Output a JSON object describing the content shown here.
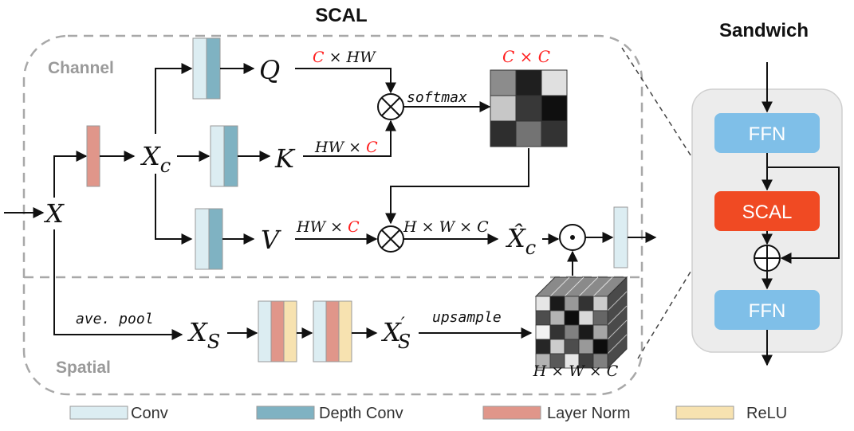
{
  "titles": {
    "scal": "SCAL",
    "sandwich": "Sandwich"
  },
  "sections": {
    "channel": "Channel",
    "spatial": "Spatial"
  },
  "variables": {
    "x": "X",
    "xc_base": "X",
    "xc_sub": "c",
    "q": "Q",
    "k": "K",
    "v": "V",
    "xc_hat_base": "X̂",
    "xc_hat_sub": "c",
    "xs_base": "X",
    "xs_sub": "S",
    "xs_prime_base": "X",
    "xs_prime_sup": "′",
    "xs_prime_sub": "S"
  },
  "dims": {
    "c_symbol": "C",
    "times_hw": " × HW",
    "hw_times": "HW × ",
    "c_times_c": "C × C",
    "h_w_c": "H × W × C"
  },
  "ops": {
    "softmax": "softmax",
    "ave_pool": "ave. pool",
    "upsample": "upsample",
    "multiply": "⊗",
    "hadamard": "⊙",
    "add": "⊕"
  },
  "sandwich": {
    "ffn_top": "FFN",
    "scal": "SCAL",
    "ffn_bottom": "FFN"
  },
  "legend": [
    {
      "label": "Conv",
      "color": "#dcedf2"
    },
    {
      "label": "Depth Conv",
      "color": "#7fb2c2"
    },
    {
      "label": "Layer Norm",
      "color": "#e0968a"
    },
    {
      "label": "ReLU",
      "color": "#f7e2b0"
    }
  ],
  "colors": {
    "conv": "#dcedf2",
    "depth_conv": "#7fb2c2",
    "layer_norm": "#e0968a",
    "relu": "#f7e2b0",
    "ffn": "#7fbfe8",
    "scal_block": "#f04a23",
    "red_text": "#ff2020",
    "dashed": "#a8a8a8",
    "sandwich_bg": "#ececec"
  },
  "attention_matrix": [
    [
      0.55,
      0.12,
      0.88
    ],
    [
      0.78,
      0.22,
      0.06
    ],
    [
      0.18,
      0.45,
      0.2
    ]
  ],
  "cube_front": [
    [
      0.9,
      0.1,
      0.6,
      0.2,
      0.8
    ],
    [
      0.3,
      0.7,
      0.05,
      0.85,
      0.4
    ],
    [
      0.95,
      0.2,
      0.5,
      0.1,
      0.65
    ],
    [
      0.15,
      0.8,
      0.3,
      0.6,
      0.05
    ],
    [
      0.7,
      0.35,
      0.9,
      0.25,
      0.5
    ]
  ]
}
